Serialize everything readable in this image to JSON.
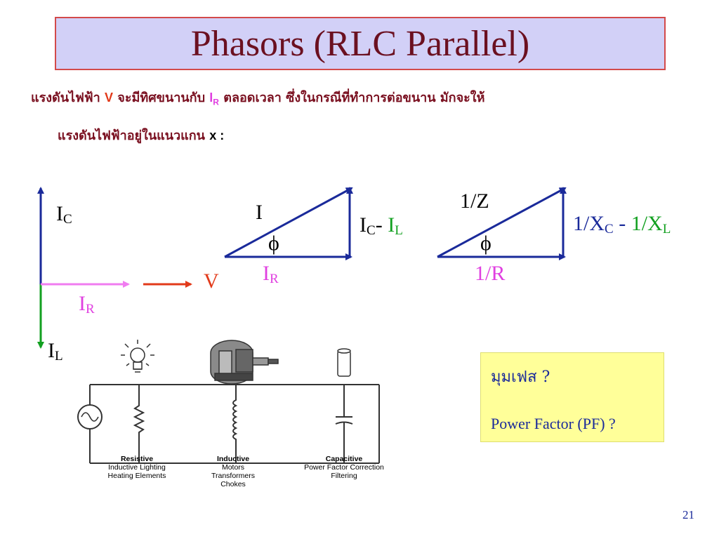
{
  "title": "Phasors (RLC Parallel)",
  "intro": {
    "line1_part1": "แรงดันไฟฟ้า",
    "v": "V",
    "line1_part2": "จะมีทิศขนานกับ",
    "ir_main": "I",
    "ir_sub": "R",
    "line1_part3": "ตลอดเวลา  ซึ่งในกรณีที่ทำการต่อขนาน มักจะให้",
    "line2": "แรงดันไฟฟ้าอยู่ในแนวแกน",
    "x": "x :"
  },
  "axes_diagram": {
    "ic": {
      "main": "I",
      "sub": "C"
    },
    "ir": {
      "main": "I",
      "sub": "R"
    },
    "il": {
      "main": "I",
      "sub": "L"
    },
    "v": "V",
    "colors": {
      "ic": "#1a2a9a",
      "ir": "#f07cf0",
      "il": "#12a020",
      "v": "#e23a1a"
    }
  },
  "current_triangle": {
    "hyp": "I",
    "angle": "ϕ",
    "base": {
      "main": "I",
      "sub": "R"
    },
    "vert_a": {
      "main": "I",
      "sub": "C",
      "sep": "-"
    },
    "vert_b": {
      "main": "I",
      "sub": "L"
    }
  },
  "admittance_triangle": {
    "hyp": "1/Z",
    "angle": "ϕ",
    "base": "1/R",
    "vert_a": {
      "main": "1/X",
      "sub": "C",
      "sep": " - "
    },
    "vert_b": {
      "main": "1/X",
      "sub": "L"
    }
  },
  "info_box": {
    "q1": "มุมเฟส  ?",
    "q2": "Power Factor (PF) ?"
  },
  "circuit": {
    "resistive": {
      "heading": "Resistive",
      "lines": [
        "Inductive Lighting",
        "Heating Elements"
      ]
    },
    "inductive": {
      "heading": "Inductive",
      "lines": [
        "Motors",
        "Transformers",
        "Chokes"
      ]
    },
    "capacitive": {
      "heading": "Capacitive",
      "lines": [
        "Power Factor Correction",
        "Filtering"
      ]
    }
  },
  "page_number": "21"
}
